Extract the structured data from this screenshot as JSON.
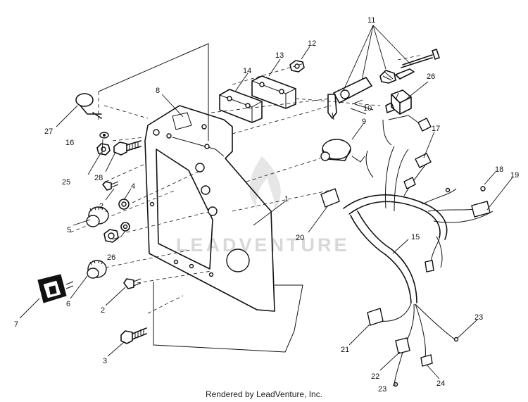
{
  "watermark": {
    "brand": "LEADVENTURE"
  },
  "footer": {
    "credit": "Rendered by LeadVenture, Inc."
  },
  "callouts": [
    {
      "id": "1",
      "label": "1"
    },
    {
      "id": "2a",
      "label": "2"
    },
    {
      "id": "2b",
      "label": "2"
    },
    {
      "id": "3",
      "label": "3"
    },
    {
      "id": "4",
      "label": "4"
    },
    {
      "id": "5",
      "label": "5"
    },
    {
      "id": "6",
      "label": "6"
    },
    {
      "id": "7",
      "label": "7"
    },
    {
      "id": "8",
      "label": "8"
    },
    {
      "id": "9",
      "label": "9"
    },
    {
      "id": "10",
      "label": "10"
    },
    {
      "id": "11",
      "label": "11"
    },
    {
      "id": "12",
      "label": "12"
    },
    {
      "id": "13",
      "label": "13"
    },
    {
      "id": "14",
      "label": "14"
    },
    {
      "id": "15",
      "label": "15"
    },
    {
      "id": "16",
      "label": "16"
    },
    {
      "id": "17",
      "label": "17"
    },
    {
      "id": "18",
      "label": "18"
    },
    {
      "id": "19",
      "label": "19"
    },
    {
      "id": "20",
      "label": "20"
    },
    {
      "id": "21",
      "label": "21"
    },
    {
      "id": "22",
      "label": "22"
    },
    {
      "id": "23a",
      "label": "23"
    },
    {
      "id": "23b",
      "label": "23"
    },
    {
      "id": "24",
      "label": "24"
    },
    {
      "id": "25",
      "label": "25"
    },
    {
      "id": "26a",
      "label": "26"
    },
    {
      "id": "26b",
      "label": "26"
    },
    {
      "id": "27",
      "label": "27"
    },
    {
      "id": "28",
      "label": "28"
    }
  ]
}
